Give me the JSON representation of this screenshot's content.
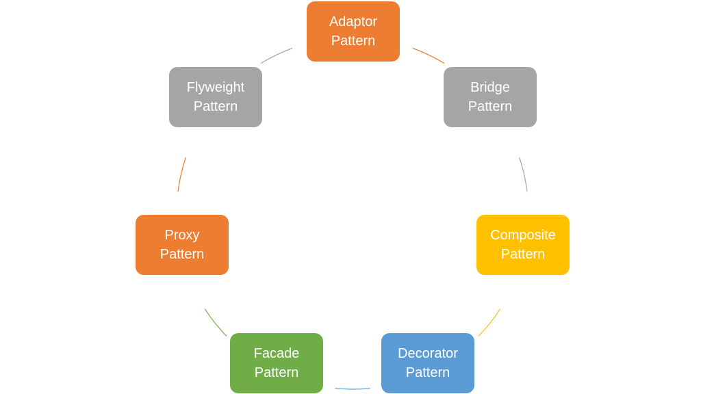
{
  "colors": {
    "orange": "#ed7d31",
    "gray": "#a5a5a5",
    "gold": "#ffc000",
    "blue": "#5b9bd5",
    "green": "#70ad47",
    "text": "#ffffff"
  },
  "nodes": [
    {
      "id": "adaptor",
      "line1": "Adaptor",
      "line2": "Pattern",
      "color": "#ed7d31"
    },
    {
      "id": "bridge",
      "line1": "Bridge",
      "line2": "Pattern",
      "color": "#a5a5a5"
    },
    {
      "id": "composite",
      "line1": "Composite",
      "line2": "Pattern",
      "color": "#ffc000"
    },
    {
      "id": "decorator",
      "line1": "Decorator",
      "line2": "Pattern",
      "color": "#5b9bd5"
    },
    {
      "id": "facade",
      "line1": "Facade",
      "line2": "Pattern",
      "color": "#70ad47"
    },
    {
      "id": "proxy",
      "line1": "Proxy",
      "line2": "Pattern",
      "color": "#ed7d31"
    },
    {
      "id": "flyweight",
      "line1": "Flyweight",
      "line2": "Pattern",
      "color": "#a5a5a5"
    }
  ],
  "connectors": [
    {
      "from": "adaptor",
      "to": "bridge",
      "color": "#ed7d31"
    },
    {
      "from": "bridge",
      "to": "composite",
      "color": "#a5a5a5"
    },
    {
      "from": "composite",
      "to": "decorator",
      "color": "#ffc000"
    },
    {
      "from": "decorator",
      "to": "facade",
      "color": "#5b9bd5"
    },
    {
      "from": "facade",
      "to": "proxy",
      "color": "#70ad47"
    },
    {
      "from": "proxy",
      "to": "flyweight",
      "color": "#ed7d31"
    },
    {
      "from": "flyweight",
      "to": "adaptor",
      "color": "#a5a5a5"
    }
  ]
}
